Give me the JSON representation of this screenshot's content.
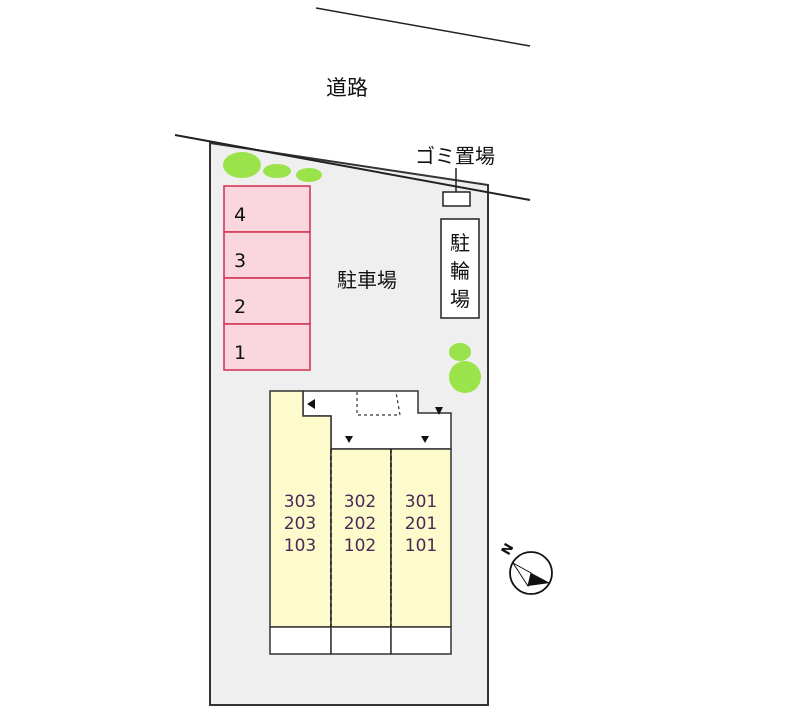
{
  "road": {
    "label": "道路"
  },
  "parking": {
    "label": "駐車場",
    "spaces": [
      "4",
      "3",
      "2",
      "1"
    ]
  },
  "garbage": {
    "label": "ゴミ置場"
  },
  "bicycle_parking": {
    "label": "駐\n輪\n場",
    "chars": [
      "駐",
      "輪",
      "場"
    ]
  },
  "building": {
    "columns": [
      {
        "rooms": [
          "303",
          "203",
          "103"
        ]
      },
      {
        "rooms": [
          "302",
          "202",
          "102"
        ]
      },
      {
        "rooms": [
          "301",
          "201",
          "101"
        ]
      }
    ]
  },
  "compass": {
    "label": "N"
  },
  "colors": {
    "lot_fill": "#efefef",
    "parking_fill": "#fad7df",
    "parking_stroke": "#d23a57",
    "building_fill": "#fdfacb",
    "tree": "#9be34a",
    "room_text": "#4a2a55"
  }
}
